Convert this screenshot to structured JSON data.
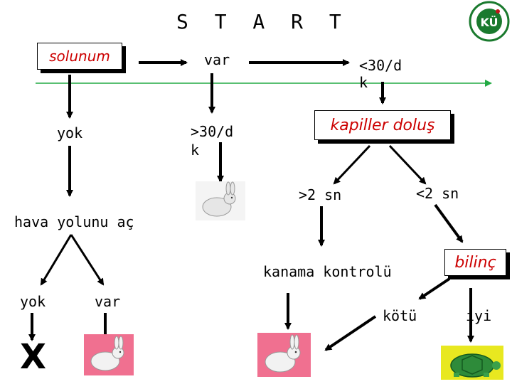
{
  "title": "S T A R T",
  "logo": {
    "text": "KÜ",
    "color": "#1a7a2e",
    "accent": "#c0161b"
  },
  "nodes": {
    "solunum": "solunum",
    "var_top": "var",
    "lt30": "<30/d k",
    "yok_left": "yok",
    "gt30": ">30/d k",
    "kapiller": "kapiller doluş",
    "gt2": ">2 sn",
    "lt2": "<2 sn",
    "hava": "hava yolunu aç",
    "yok_bottom": "yok",
    "var_bottom": "var",
    "kanama": "kanama kontrolü",
    "bilinc": "bilinç",
    "kotu": "kötü",
    "iyi": "iyi",
    "x_mark": "X"
  },
  "colors": {
    "red_text": "#cc0000",
    "timeline": "#22aa44",
    "rabbit_pink": "#f07090",
    "turtle_bg": "#e8e820",
    "turtle_green": "#2e8b3a"
  },
  "icons": [
    "white-rabbit-icon",
    "pink-rabbit-icon",
    "turtle-icon",
    "x-mark-icon",
    "university-logo-icon"
  ]
}
